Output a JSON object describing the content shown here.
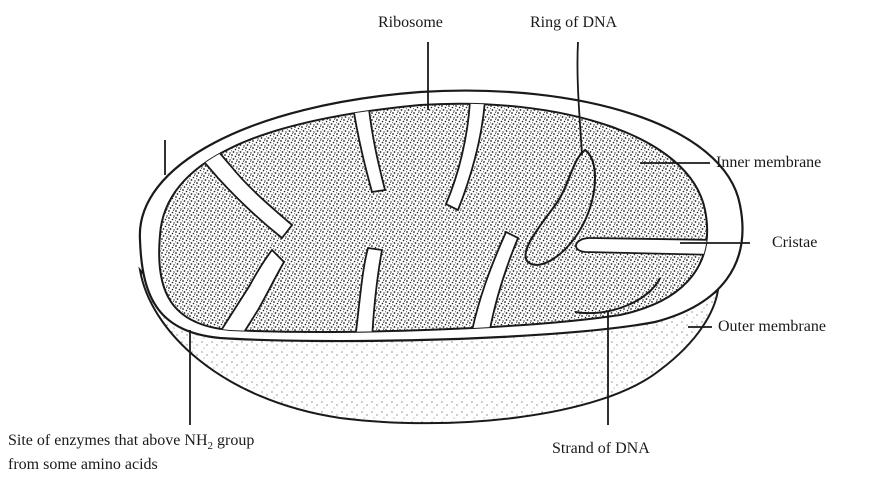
{
  "diagram": {
    "labels": {
      "ribosome": "Ribosome",
      "ring_dna": "Ring of DNA",
      "inner_membrane": "Inner membrane",
      "cristae": "Cristae",
      "outer_membrane": "Outer membrane",
      "strand_dna": "Strand of DNA",
      "enzymes_line1_a": "Site of enzymes that above NH",
      "enzymes_line1_sub": "2",
      "enzymes_line1_b": " group",
      "enzymes_line2": "from some amino acids"
    },
    "colors": {
      "ink": "#1a1a1a",
      "paper": "#ffffff"
    }
  }
}
